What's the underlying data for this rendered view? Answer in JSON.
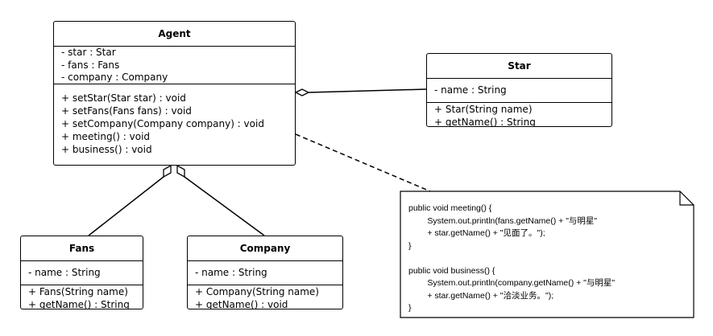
{
  "classes": {
    "agent": {
      "name": "Agent",
      "attributes": [
        "- star : Star",
        "- fans : Fans",
        "- company : Company"
      ],
      "methods": [
        "+ setStar(Star star) : void",
        "+ setFans(Fans fans) : void",
        "+ setCompany(Company company) : void",
        "+ meeting() : void",
        "+ business() : void"
      ]
    },
    "star": {
      "name": "Star",
      "attributes": [
        "- name : String"
      ],
      "methods": [
        "+ Star(String name)",
        "+ getName() : String"
      ]
    },
    "fans": {
      "name": "Fans",
      "attributes": [
        "- name : String"
      ],
      "methods": [
        "+ Fans(String name)",
        "+ getName() : String"
      ]
    },
    "company": {
      "name": "Company",
      "attributes": [
        "- name : String"
      ],
      "methods": [
        "+ Company(String name)",
        "+ getName() : void"
      ]
    }
  },
  "note": {
    "lines": [
      "public void meeting() {",
      "        System.out.println(fans.getName() + \"与明星\"",
      "        + star.getName() + \"见面了。\");",
      "}",
      "",
      "public void business() {",
      "        System.out.println(company.getName() + \"与明星\"",
      "        + star.getName() + \"洽淡业务。\");",
      "}"
    ]
  },
  "colors": {
    "stroke": "#000000",
    "background": "#ffffff"
  }
}
